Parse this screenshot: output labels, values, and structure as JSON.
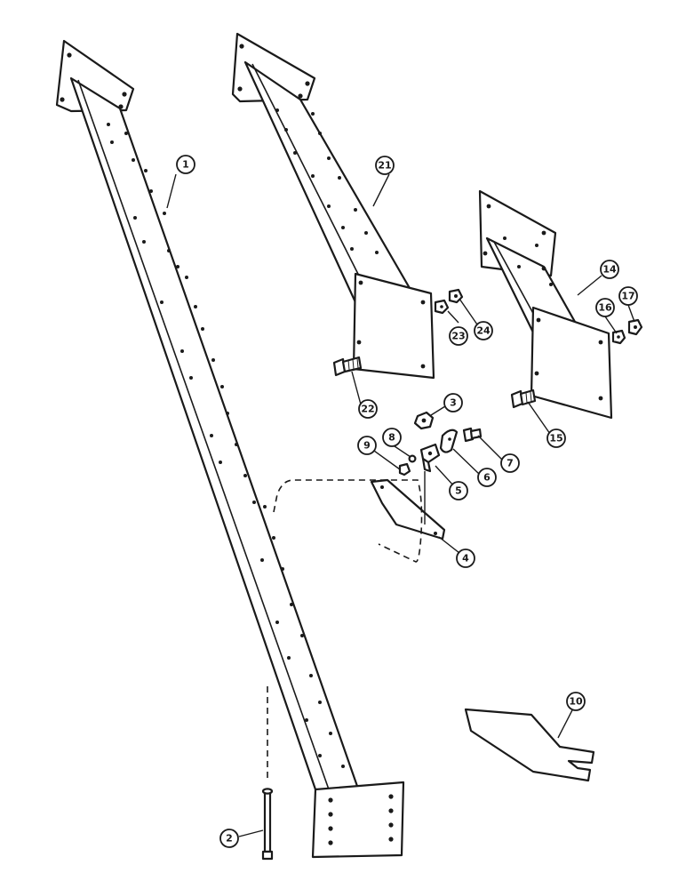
{
  "callouts": {
    "c1": "1",
    "c2": "2",
    "c3": "3",
    "c4": "4",
    "c5": "5",
    "c6": "6",
    "c7": "7",
    "c8": "8",
    "c9": "9",
    "c10": "10",
    "c14": "14",
    "c15": "15",
    "c16": "16",
    "c17": "17",
    "c21": "21",
    "c22": "22",
    "c23": "23",
    "c24": "24"
  }
}
